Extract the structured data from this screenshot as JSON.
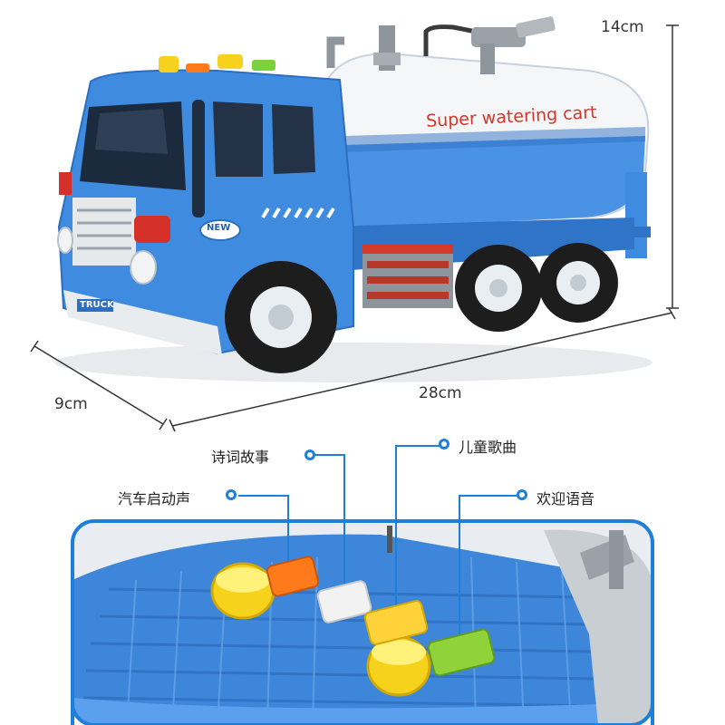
{
  "product": {
    "tank_text": "Super watering cart",
    "cab_badge": "NEW",
    "bumper_text": "TRUCK"
  },
  "dimensions": {
    "height": "14cm",
    "length": "28cm",
    "width": "9cm"
  },
  "callouts": [
    {
      "label": "诗词故事",
      "button_color": "#f2f2f2"
    },
    {
      "label": "儿童歌曲",
      "button_color": "#ffd23a"
    },
    {
      "label": "汽车启动声",
      "button_color": "#ff7a1a"
    },
    {
      "label": "欢迎语音",
      "button_color": "#8fd23a"
    }
  ],
  "colors": {
    "truck_blue": "#3f8be0",
    "callout_blue": "#1e7fd8",
    "tank_white": "#f4f6f8"
  }
}
